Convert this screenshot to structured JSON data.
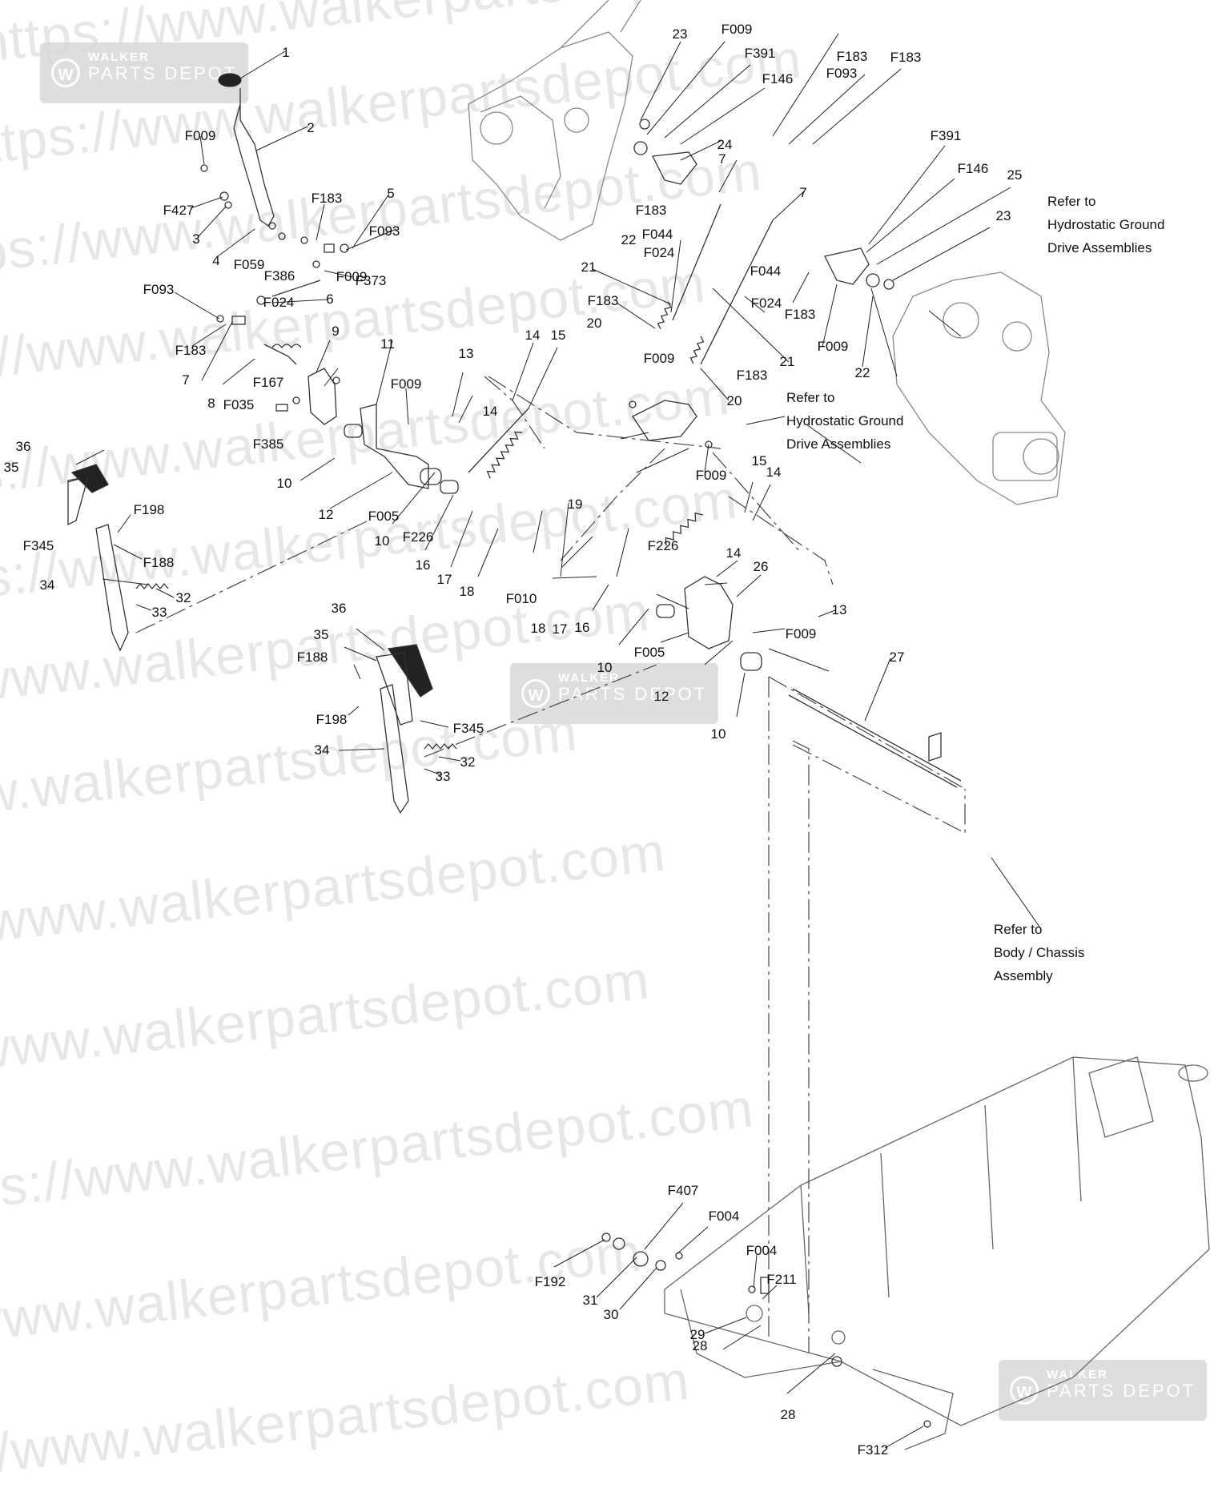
{
  "watermark": {
    "text": "https://www.walkerpartsdepot.com",
    "logo_top": "WALKER",
    "logo_bottom": "PARTS DEPOT"
  },
  "callouts": [
    {
      "id": "c1",
      "text": "1"
    },
    {
      "id": "c2",
      "text": "2"
    },
    {
      "id": "c3",
      "text": "3"
    },
    {
      "id": "c4",
      "text": "4"
    },
    {
      "id": "c5",
      "text": "5"
    },
    {
      "id": "c6",
      "text": "6"
    },
    {
      "id": "c7a",
      "text": "7"
    },
    {
      "id": "c7b",
      "text": "7"
    },
    {
      "id": "c7c",
      "text": "7"
    },
    {
      "id": "c8",
      "text": "8"
    },
    {
      "id": "c9",
      "text": "9"
    },
    {
      "id": "c10a",
      "text": "10"
    },
    {
      "id": "c10b",
      "text": "10"
    },
    {
      "id": "c10c",
      "text": "10"
    },
    {
      "id": "c10d",
      "text": "10"
    },
    {
      "id": "c11",
      "text": "11"
    },
    {
      "id": "c12a",
      "text": "12"
    },
    {
      "id": "c12b",
      "text": "12"
    },
    {
      "id": "c13a",
      "text": "13"
    },
    {
      "id": "c13b",
      "text": "13"
    },
    {
      "id": "c14a",
      "text": "14"
    },
    {
      "id": "c14b",
      "text": "14"
    },
    {
      "id": "c14c",
      "text": "14"
    },
    {
      "id": "c14d",
      "text": "14"
    },
    {
      "id": "c15a",
      "text": "15"
    },
    {
      "id": "c15b",
      "text": "15"
    },
    {
      "id": "c16a",
      "text": "16"
    },
    {
      "id": "c16b",
      "text": "16"
    },
    {
      "id": "c17a",
      "text": "17"
    },
    {
      "id": "c17b",
      "text": "17"
    },
    {
      "id": "c18a",
      "text": "18"
    },
    {
      "id": "c18b",
      "text": "18"
    },
    {
      "id": "c19",
      "text": "19"
    },
    {
      "id": "c20a",
      "text": "20"
    },
    {
      "id": "c20b",
      "text": "20"
    },
    {
      "id": "c21a",
      "text": "21"
    },
    {
      "id": "c21b",
      "text": "21"
    },
    {
      "id": "c22a",
      "text": "22"
    },
    {
      "id": "c22b",
      "text": "22"
    },
    {
      "id": "c23a",
      "text": "23"
    },
    {
      "id": "c23b",
      "text": "23"
    },
    {
      "id": "c24",
      "text": "24"
    },
    {
      "id": "c25",
      "text": "25"
    },
    {
      "id": "c26",
      "text": "26"
    },
    {
      "id": "c27",
      "text": "27"
    },
    {
      "id": "c28a",
      "text": "28"
    },
    {
      "id": "c28b",
      "text": "28"
    },
    {
      "id": "c29",
      "text": "29"
    },
    {
      "id": "c30",
      "text": "30"
    },
    {
      "id": "c31",
      "text": "31"
    },
    {
      "id": "c32a",
      "text": "32"
    },
    {
      "id": "c32b",
      "text": "32"
    },
    {
      "id": "c33a",
      "text": "33"
    },
    {
      "id": "c33b",
      "text": "33"
    },
    {
      "id": "c34a",
      "text": "34"
    },
    {
      "id": "c34b",
      "text": "34"
    },
    {
      "id": "c35a",
      "text": "35"
    },
    {
      "id": "c35b",
      "text": "35"
    },
    {
      "id": "c36a",
      "text": "36"
    },
    {
      "id": "c36b",
      "text": "36"
    },
    {
      "id": "f009a",
      "text": "F009"
    },
    {
      "id": "f009b",
      "text": "F009"
    },
    {
      "id": "f009c",
      "text": "F009"
    },
    {
      "id": "f009d",
      "text": "F009"
    },
    {
      "id": "f009e",
      "text": "F009"
    },
    {
      "id": "f009f",
      "text": "F009"
    },
    {
      "id": "f009g",
      "text": "F009"
    },
    {
      "id": "f009h",
      "text": "F009"
    },
    {
      "id": "f427",
      "text": "F427"
    },
    {
      "id": "f059",
      "text": "F059"
    },
    {
      "id": "f386",
      "text": "F386"
    },
    {
      "id": "f373",
      "text": "F373"
    },
    {
      "id": "f183a",
      "text": "F183"
    },
    {
      "id": "f183b",
      "text": "F183"
    },
    {
      "id": "f183c",
      "text": "F183"
    },
    {
      "id": "f183d",
      "text": "F183"
    },
    {
      "id": "f183e",
      "text": "F183"
    },
    {
      "id": "f183f",
      "text": "F183"
    },
    {
      "id": "f183g",
      "text": "F183"
    },
    {
      "id": "f183h",
      "text": "F183"
    },
    {
      "id": "f093a",
      "text": "F093"
    },
    {
      "id": "f093b",
      "text": "F093"
    },
    {
      "id": "f093c",
      "text": "F093"
    },
    {
      "id": "f024a",
      "text": "F024"
    },
    {
      "id": "f024b",
      "text": "F024"
    },
    {
      "id": "f024c",
      "text": "F024"
    },
    {
      "id": "f167",
      "text": "F167"
    },
    {
      "id": "f035",
      "text": "F035"
    },
    {
      "id": "f385",
      "text": "F385"
    },
    {
      "id": "f005a",
      "text": "F005"
    },
    {
      "id": "f005b",
      "text": "F005"
    },
    {
      "id": "f226a",
      "text": "F226"
    },
    {
      "id": "f226b",
      "text": "F226"
    },
    {
      "id": "f010",
      "text": "F010"
    },
    {
      "id": "f391a",
      "text": "F391"
    },
    {
      "id": "f391b",
      "text": "F391"
    },
    {
      "id": "f146a",
      "text": "F146"
    },
    {
      "id": "f146b",
      "text": "F146"
    },
    {
      "id": "f044a",
      "text": "F044"
    },
    {
      "id": "f044b",
      "text": "F044"
    },
    {
      "id": "f198a",
      "text": "F198"
    },
    {
      "id": "f198b",
      "text": "F198"
    },
    {
      "id": "f188a",
      "text": "F188"
    },
    {
      "id": "f188b",
      "text": "F188"
    },
    {
      "id": "f345a",
      "text": "F345"
    },
    {
      "id": "f345b",
      "text": "F345"
    },
    {
      "id": "f407",
      "text": "F407"
    },
    {
      "id": "f004a",
      "text": "F004"
    },
    {
      "id": "f004b",
      "text": "F004"
    },
    {
      "id": "f192",
      "text": "F192"
    },
    {
      "id": "f211",
      "text": "F211"
    },
    {
      "id": "f312",
      "text": "F312"
    }
  ],
  "notes": {
    "hydro_a": [
      "Refer to",
      "Hydrostatic Ground",
      "Drive Assemblies"
    ],
    "hydro_b": [
      "Refer to",
      "Hydrostatic Ground",
      "Drive Assemblies"
    ],
    "chassis": [
      "Refer to",
      "Body / Chassis",
      "Assembly"
    ]
  }
}
